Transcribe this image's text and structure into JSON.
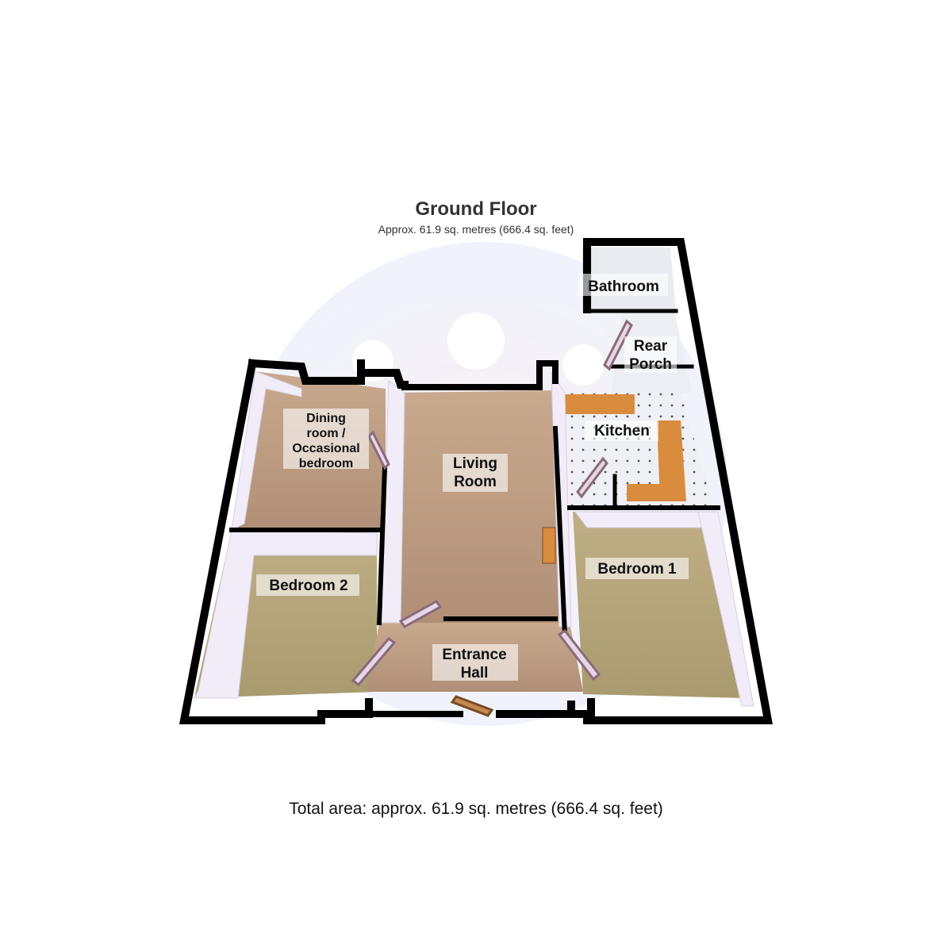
{
  "header": {
    "title": "Ground Floor",
    "subtitle": "Approx. 61.9 sq. metres (666.4 sq. feet)"
  },
  "rooms": {
    "bathroom": "Bathroom",
    "rear_porch_line1": "Rear",
    "rear_porch_line2": "Porch",
    "kitchen": "Kitchen",
    "dining_line1": "Dining",
    "dining_line2": "room /",
    "dining_line3": "Occasional",
    "dining_line4": "bedroom",
    "living_line1": "Living",
    "living_line2": "Room",
    "bedroom1": "Bedroom 1",
    "bedroom2": "Bedroom 2",
    "hall_line1": "Entrance",
    "hall_line2": "Hall"
  },
  "footer": {
    "total": "Total area: approx. 61.9 sq. metres (666.4 sq. feet)"
  },
  "colors": {
    "wall": "#000000",
    "wall_inner": "#f2eef6",
    "floor_main": "#b99a80",
    "floor_alt": "#b8ab7f",
    "kitchen_counter": "#d98b3e",
    "watermark": "#e6cce6"
  }
}
